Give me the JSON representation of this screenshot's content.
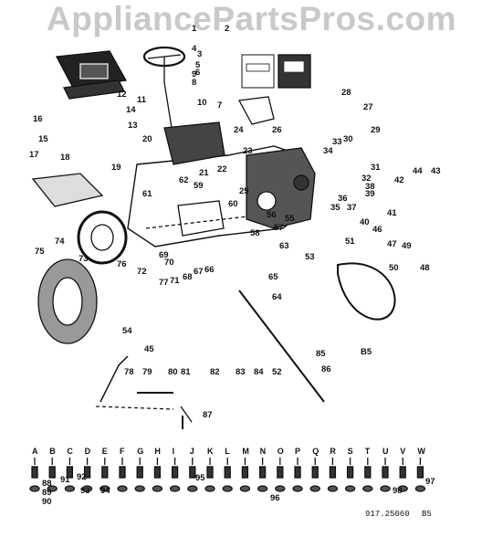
{
  "watermark": "AppliancePartsPros.com",
  "footer": {
    "drawing_no": "917.25060",
    "page": "B5"
  },
  "section_marker": "B5",
  "part_labels": [
    "1",
    "2",
    "3",
    "4",
    "5",
    "6",
    "7",
    "8",
    "9",
    "10",
    "11",
    "12",
    "13",
    "14",
    "15",
    "16",
    "17",
    "18",
    "19",
    "20",
    "21",
    "22",
    "23",
    "24",
    "25",
    "26",
    "27",
    "28",
    "29",
    "30",
    "31",
    "32",
    "33",
    "34",
    "35",
    "36",
    "37",
    "38",
    "39",
    "40",
    "41",
    "42",
    "43",
    "44",
    "45",
    "46",
    "47",
    "48",
    "49",
    "50",
    "51",
    "52",
    "53",
    "54",
    "55",
    "56",
    "57",
    "58",
    "59",
    "60",
    "61",
    "62",
    "63",
    "64",
    "65",
    "66",
    "67",
    "68",
    "69",
    "70",
    "71",
    "72",
    "73",
    "74",
    "75",
    "76",
    "77",
    "78",
    "79",
    "80",
    "81",
    "82",
    "83",
    "84",
    "85",
    "86",
    "87",
    "88",
    "89",
    "90",
    "91",
    "92",
    "93",
    "94",
    "95",
    "96",
    "97",
    "98"
  ],
  "hardware_keys": [
    "A",
    "B",
    "C",
    "D",
    "E",
    "F",
    "G",
    "H",
    "I",
    "J",
    "K",
    "L",
    "M",
    "N",
    "O",
    "P",
    "Q",
    "R",
    "S",
    "T",
    "U",
    "V",
    "W"
  ]
}
